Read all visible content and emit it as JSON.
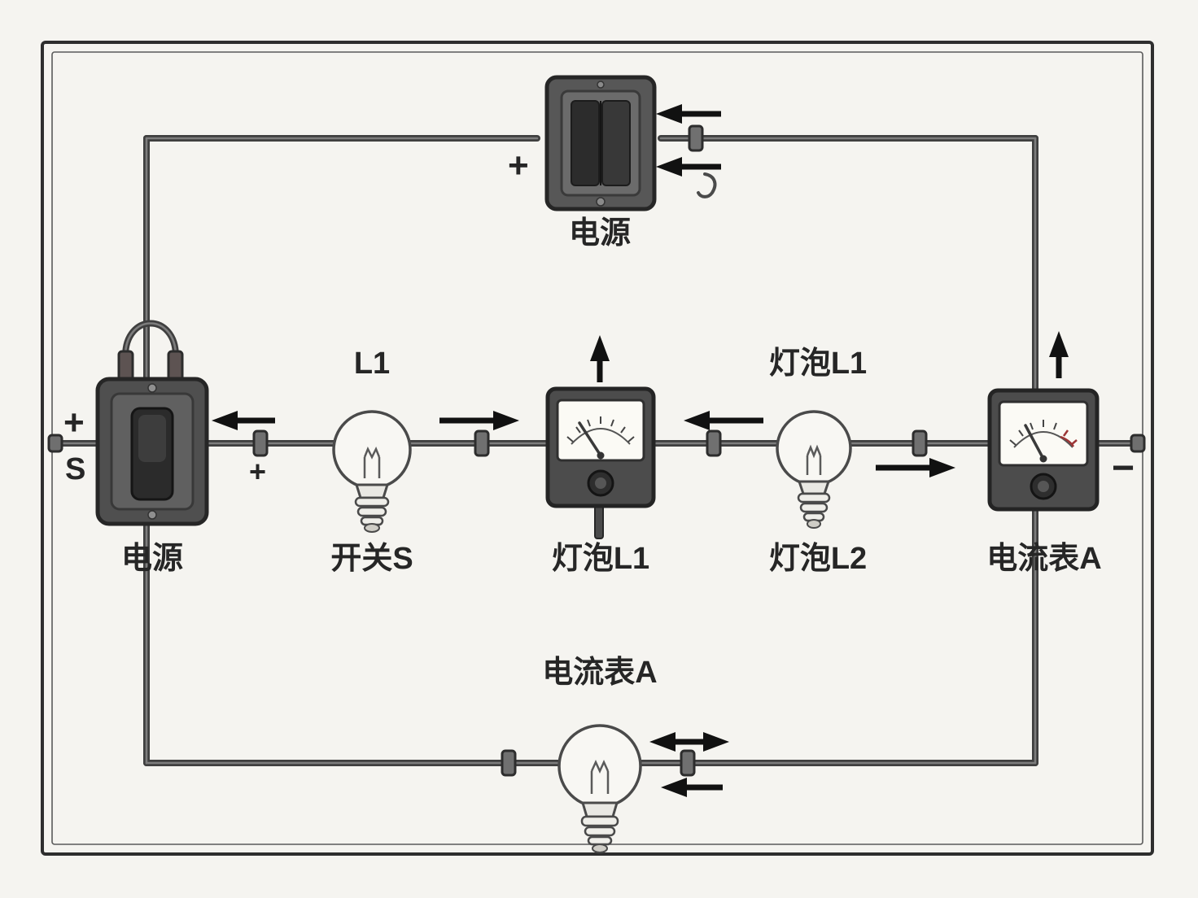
{
  "diagram": {
    "title": "series-circuit-sketch",
    "colors": {
      "paper": "#f5f4f0",
      "ink": "#3c3c3c",
      "component_dark": "#4d4d4d",
      "dial_face": "#fbfaf5",
      "needle_red": "#9c3636",
      "arrow_black": "#111111"
    },
    "annotations": {
      "wire_plus": "+"
    },
    "components": {
      "top_switch": {
        "type": "rocker-switch",
        "label": "电源",
        "plus": "+"
      },
      "power_source": {
        "type": "toggle-switch",
        "label": "电源",
        "plus": "+",
        "s": "S"
      },
      "bulb1": {
        "type": "light-bulb",
        "top_label": "L1",
        "bottom_label": "开关S"
      },
      "meter1": {
        "type": "ammeter",
        "label": "灯泡L1"
      },
      "bulb2": {
        "type": "light-bulb",
        "top_label": "灯泡L1",
        "bottom_label": "灯泡L2"
      },
      "meter2": {
        "type": "ammeter",
        "label": "电流表A",
        "minus": "−"
      },
      "bottom_bulb": {
        "type": "light-bulb",
        "label": "电流表A"
      }
    }
  }
}
